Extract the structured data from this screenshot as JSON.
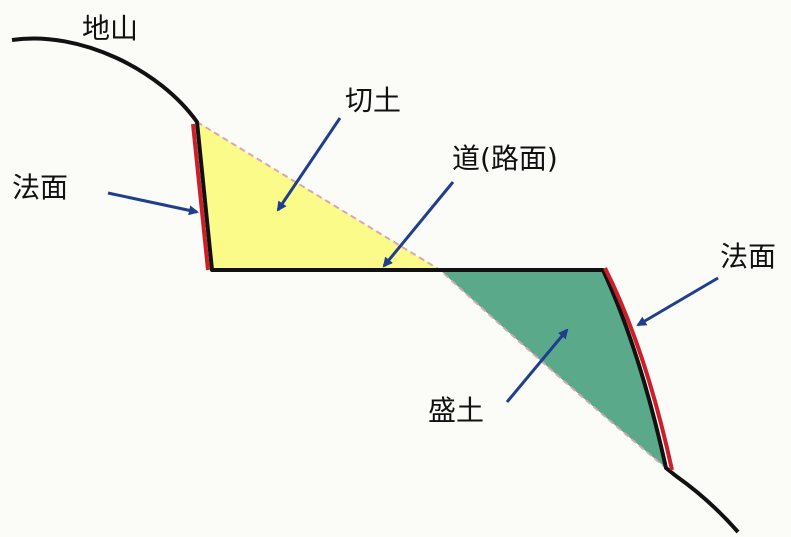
{
  "labels": {
    "original_ground": "地山",
    "cut": "切土",
    "road": "道(路面)",
    "slope_left": "法面",
    "slope_right": "法面",
    "fill": "盛土"
  },
  "colors": {
    "cut_fill": "#fbfb8a",
    "fill_fill": "#5aa98a",
    "ground_line": "#111111",
    "slope_line": "#cc1f2a",
    "arrow": "#1f3f8c",
    "original_profile": "#d8a7b4"
  }
}
